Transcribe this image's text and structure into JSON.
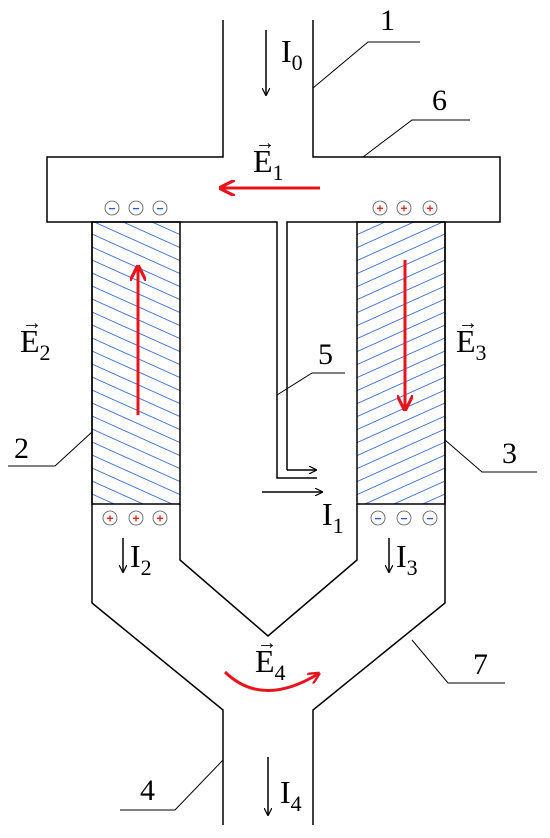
{
  "colors": {
    "line": "#000000",
    "field_arrow": "#e8141b",
    "hatch": "#3a6fd0",
    "plus": "#e0281e",
    "minus": "#1f5fc8"
  },
  "labels": {
    "callouts": [
      "1",
      "2",
      "3",
      "4",
      "5",
      "6",
      "7"
    ],
    "fields": [
      {
        "letter": "E",
        "index": "1",
        "vector": "→"
      },
      {
        "letter": "E",
        "index": "2",
        "vector": "→"
      },
      {
        "letter": "E",
        "index": "3",
        "vector": "→"
      },
      {
        "letter": "E",
        "index": "4",
        "vector": "→"
      }
    ],
    "currents": [
      {
        "letter": "I",
        "index": "0"
      },
      {
        "letter": "I",
        "index": "1"
      },
      {
        "letter": "I",
        "index": "2"
      },
      {
        "letter": "I",
        "index": "3"
      },
      {
        "letter": "I",
        "index": "4"
      }
    ]
  },
  "charges": {
    "plus": "+",
    "minus": "−"
  }
}
